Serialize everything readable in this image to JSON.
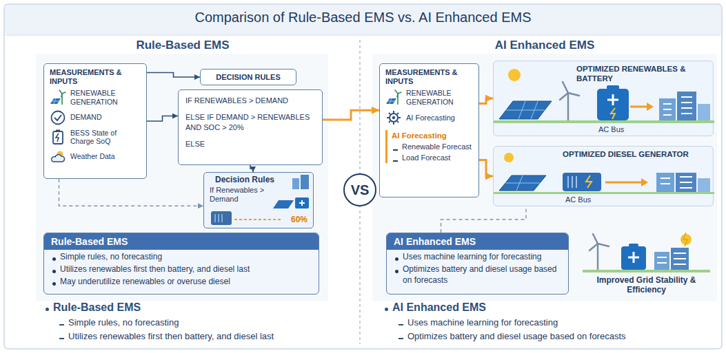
{
  "diagram": {
    "title": "Comparison of Rule-Based EMS vs. AI Enhanced EMS",
    "nodes": [
      {
        "text": [
          "MEASUREMENTS & INPUTS",
          "RENEWABLE GENERATION",
          "DEMAND",
          "BESS State of Charge SoQ",
          "Weather Data"
        ]
      },
      {
        "text": [
          "DECISION RULES"
        ]
      },
      {
        "text": [
          "IF RENEWABLES > DEMAND",
          "ELSE IF DEMAND > RENEWABLES AND SOC > 20%",
          "ELSE"
        ]
      },
      {
        "text": [
          "Decision Rules",
          "If Renewables > Demand",
          "60%"
        ]
      },
      {
        "text": [
          "Rule-Based EMS",
          "Simple rules, no forecasting",
          "Utilizes renewables first then battery, and diesel last",
          "May underutilize renewables or overuse diesel"
        ]
      },
      {
        "text": [
          "VS"
        ]
      },
      {
        "text": [
          "MEASUREMENTS & INPUTS",
          "RENEWABLE GENERATION",
          "AI Forecasting",
          "AI Forecasting",
          "Renewable Forecast",
          "Load Forecast"
        ]
      },
      {
        "text": [
          "OPTIMIZED RENEWABLES & BATTERY",
          "AC Bus"
        ]
      },
      {
        "text": [
          "OPTIMIZED DIESEL GENERATOR",
          "AC Bus"
        ]
      },
      {
        "text": [
          "AI Enhanced EMS",
          "Uses machine learning for forecasting",
          "Optimizes battery and diesel usage based on forecasts"
        ]
      }
    ],
    "edges": [
      {
        "from": 0,
        "to": 1,
        "arrow": "to"
      },
      {
        "from": 0,
        "to": 2,
        "arrow": "to"
      },
      {
        "from": 2,
        "to": 3,
        "arrow": "to"
      },
      {
        "from": 0,
        "to": 3,
        "arrow": "to"
      },
      {
        "from": 2,
        "to": 6,
        "arrow": "to"
      },
      {
        "from": 6,
        "to": 7,
        "arrow": "to"
      },
      {
        "from": 6,
        "to": 8,
        "arrow": "to"
      },
      {
        "from": 9,
        "to": 8,
        "arrow": "none"
      }
    ],
    "labels": [
      "Rule-Based EMS",
      "AI Enhanced EMS",
      "Improved Grid Stability & Efficiency",
      "Rule-Based EMS",
      "Simple rules, no forecasting",
      "Utilizes renewables first then battery, and diesel last",
      "AI Enhanced EMS",
      "Uses machine learning for forecasting",
      "Optimizes battery and diesel usage based on forecasts"
    ]
  }
}
